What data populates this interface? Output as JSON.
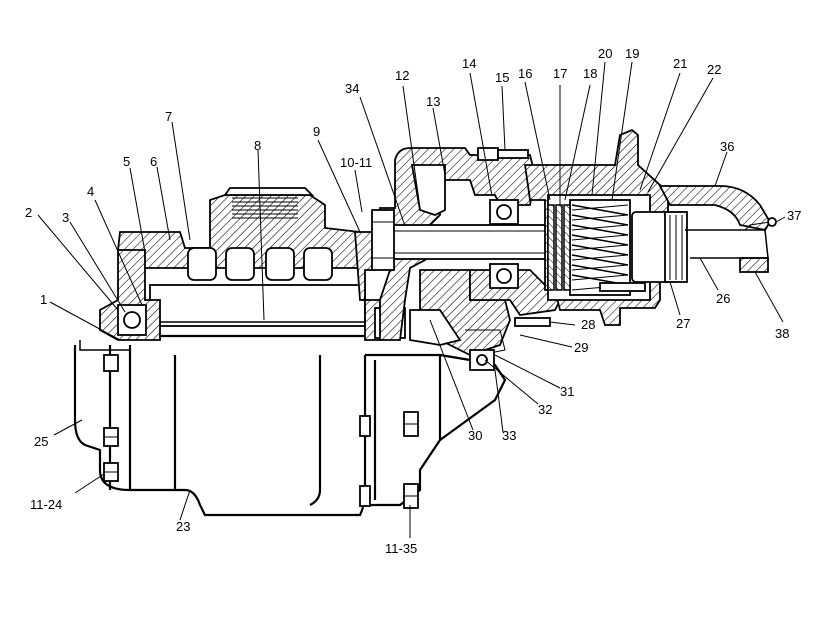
{
  "callouts": [
    {
      "id": "c1",
      "text": "1"
    },
    {
      "id": "c2",
      "text": "2"
    },
    {
      "id": "c3",
      "text": "3"
    },
    {
      "id": "c4",
      "text": "4"
    },
    {
      "id": "c5",
      "text": "5"
    },
    {
      "id": "c6",
      "text": "6"
    },
    {
      "id": "c7",
      "text": "7"
    },
    {
      "id": "c8",
      "text": "8"
    },
    {
      "id": "c9",
      "text": "9"
    },
    {
      "id": "c10",
      "text": "10-11"
    },
    {
      "id": "c12",
      "text": "12"
    },
    {
      "id": "c13",
      "text": "13"
    },
    {
      "id": "c14",
      "text": "14"
    },
    {
      "id": "c15",
      "text": "15"
    },
    {
      "id": "c16",
      "text": "16"
    },
    {
      "id": "c17",
      "text": "17"
    },
    {
      "id": "c18",
      "text": "18"
    },
    {
      "id": "c19",
      "text": "19"
    },
    {
      "id": "c20",
      "text": "20"
    },
    {
      "id": "c21",
      "text": "21"
    },
    {
      "id": "c22",
      "text": "22"
    },
    {
      "id": "c23",
      "text": "23"
    },
    {
      "id": "c25",
      "text": "25"
    },
    {
      "id": "c26",
      "text": "26"
    },
    {
      "id": "c27",
      "text": "27"
    },
    {
      "id": "c28",
      "text": "28"
    },
    {
      "id": "c29",
      "text": "29"
    },
    {
      "id": "c30",
      "text": "30"
    },
    {
      "id": "c31",
      "text": "31"
    },
    {
      "id": "c32",
      "text": "32"
    },
    {
      "id": "c33",
      "text": "33"
    },
    {
      "id": "c34",
      "text": "34"
    },
    {
      "id": "c36",
      "text": "36"
    },
    {
      "id": "c37",
      "text": "37"
    },
    {
      "id": "c38",
      "text": "38"
    },
    {
      "id": "c1124",
      "text": "11-24"
    },
    {
      "id": "c1135",
      "text": "11-35"
    }
  ]
}
